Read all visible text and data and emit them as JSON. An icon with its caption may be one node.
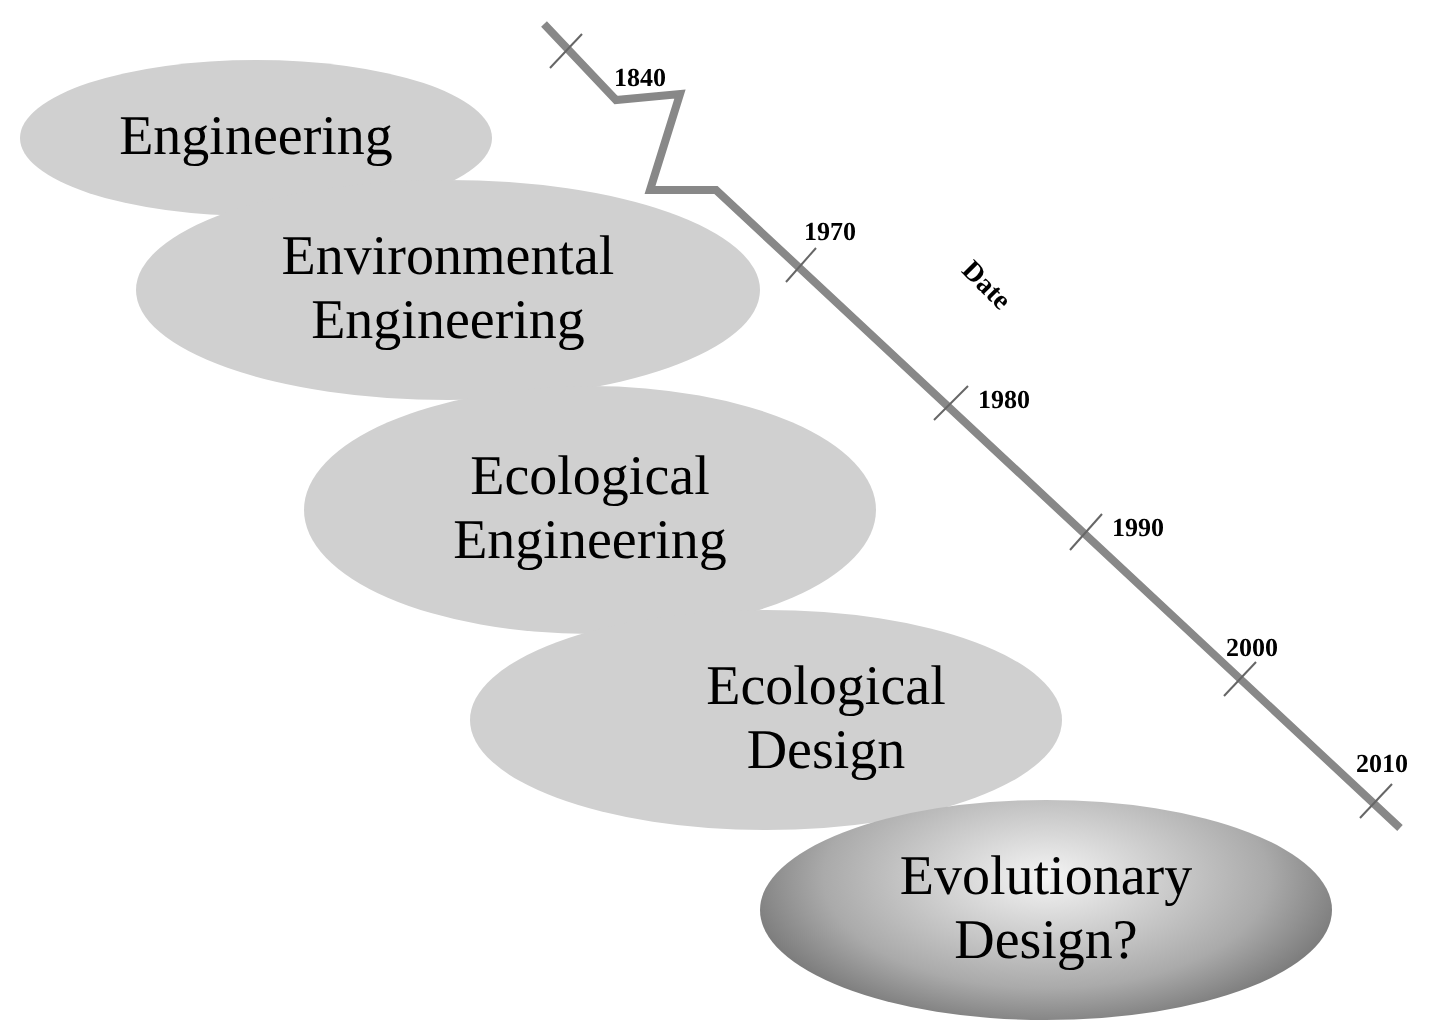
{
  "diagram": {
    "nodes": [
      {
        "text": [
          "Engineering"
        ]
      },
      {
        "text": [
          "Environmental Engineering"
        ]
      },
      {
        "text": [
          "Ecological Engineering"
        ]
      },
      {
        "text": [
          "Ecological Design"
        ]
      },
      {
        "text": [
          "Evolutionary Design?"
        ]
      }
    ],
    "labels": [
      "1840",
      "Date",
      "1970",
      "1980",
      "1990",
      "2000",
      "2010"
    ]
  }
}
